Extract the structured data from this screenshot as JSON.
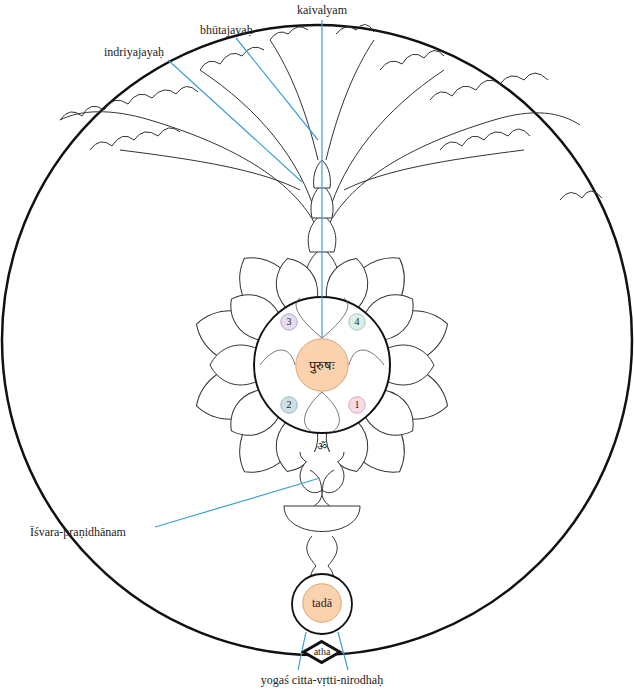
{
  "diagram": {
    "nodes": [
      {
        "text": [
          "3"
        ]
      },
      {
        "text": [
          "4"
        ]
      },
      {
        "text": [
          "पुरुषः"
        ]
      },
      {
        "text": [
          "2"
        ]
      },
      {
        "text": [
          "1"
        ]
      },
      {
        "text": [
          "tadā"
        ]
      },
      {
        "text": [
          "atha"
        ]
      }
    ],
    "labels": [
      "kaivalyam",
      "bhūtajayaḥ",
      "indriyajayaḥ",
      "ॐ",
      "Īśvara-praṇidhānam",
      "yogaś citta-vṛtti-nirodhaḥ"
    ]
  }
}
